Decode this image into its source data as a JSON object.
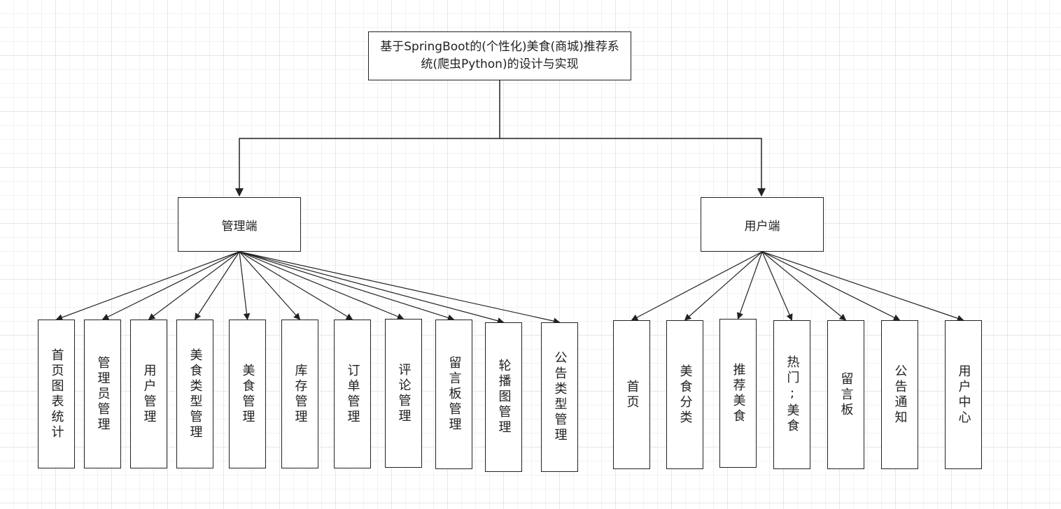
{
  "root": {
    "title": "基于SpringBoot的(个性化)美食(商城)推荐系统(爬虫Python)的设计与实现"
  },
  "admin": {
    "label": "管理端",
    "children": [
      "首页图表统计",
      "管理员管理",
      "用户管理",
      "美食类型管理",
      "美食管理",
      "库存管理",
      "订单管理",
      "评论管理",
      "留言板管理",
      "轮播图管理",
      "公告类型管理"
    ]
  },
  "user": {
    "label": "用户端",
    "children": [
      "首页",
      "美食分类",
      "推荐美食",
      "热门;美食",
      "留言板",
      "公告通知",
      "用户中心"
    ]
  },
  "colors": {
    "line": "#222222",
    "grid": "#e6e6e6"
  }
}
